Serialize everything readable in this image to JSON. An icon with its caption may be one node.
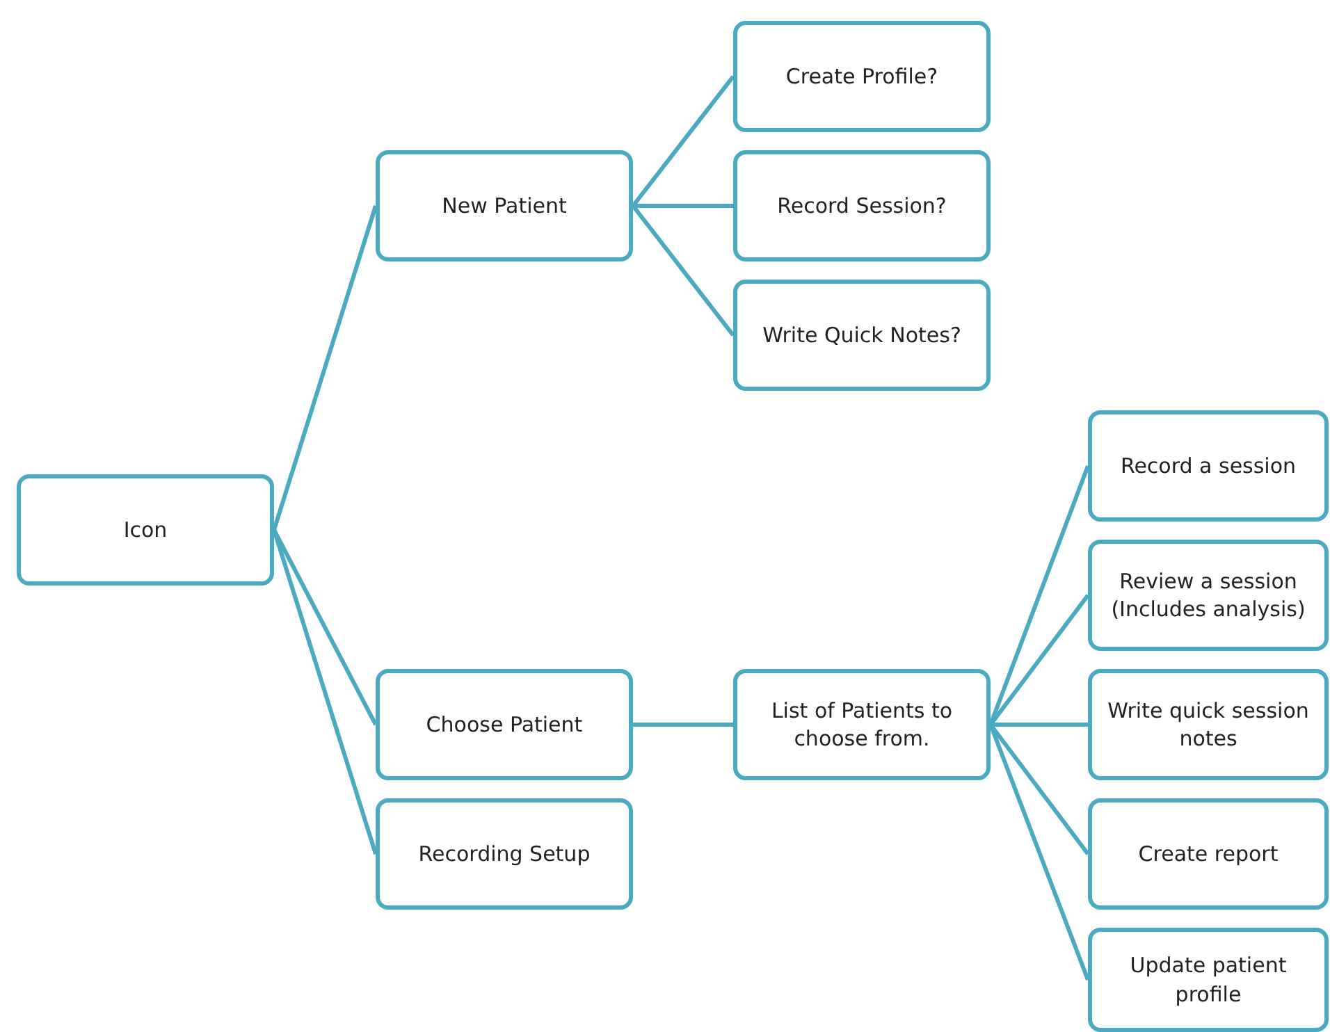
{
  "diagram": {
    "nodes": [
      {
        "text": [
          "Icon"
        ]
      },
      {
        "text": [
          "New Patient"
        ]
      },
      {
        "text": [
          "Create Profile?"
        ]
      },
      {
        "text": [
          "Record Session?"
        ]
      },
      {
        "text": [
          "Write Quick Notes?"
        ]
      },
      {
        "text": [
          "Choose Patient"
        ]
      },
      {
        "text": [
          "Recording Setup"
        ]
      },
      {
        "text": [
          "List of Patients to choose from."
        ]
      },
      {
        "text": [
          "Record a session"
        ]
      },
      {
        "text": [
          "Review a session (Includes analysis)"
        ]
      },
      {
        "text": [
          "Write quick session notes"
        ]
      },
      {
        "text": [
          "Create report"
        ]
      },
      {
        "text": [
          "Update patient profile"
        ]
      }
    ],
    "edges": [
      {
        "from": 0,
        "to": 1,
        "arrow": "none"
      },
      {
        "from": 1,
        "to": 2,
        "arrow": "none"
      },
      {
        "from": 1,
        "to": 3,
        "arrow": "none"
      },
      {
        "from": 1,
        "to": 4,
        "arrow": "none"
      },
      {
        "from": 0,
        "to": 5,
        "arrow": "none"
      },
      {
        "from": 0,
        "to": 6,
        "arrow": "none"
      },
      {
        "from": 5,
        "to": 7,
        "arrow": "none"
      },
      {
        "from": 7,
        "to": 8,
        "arrow": "none"
      },
      {
        "from": 7,
        "to": 9,
        "arrow": "none"
      },
      {
        "from": 7,
        "to": 10,
        "arrow": "none"
      },
      {
        "from": 7,
        "to": 11,
        "arrow": "none"
      },
      {
        "from": 7,
        "to": 12,
        "arrow": "none"
      }
    ]
  }
}
